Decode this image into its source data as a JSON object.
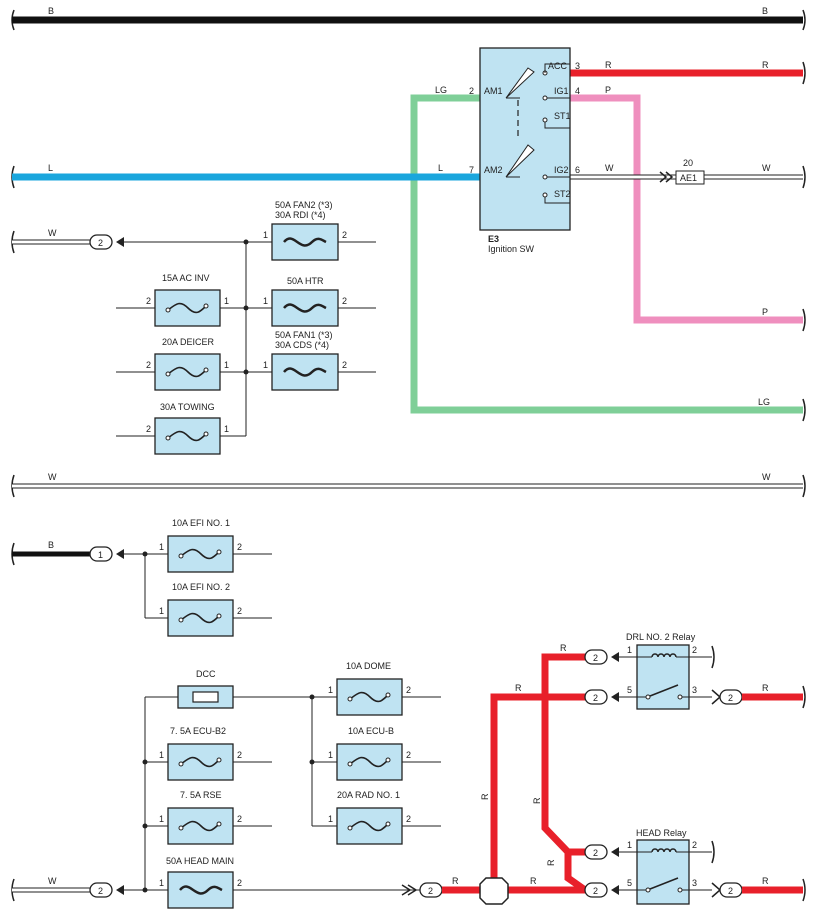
{
  "colors": {
    "B": "#111111",
    "L": "#1aa6dd",
    "LG": "#7fcf98",
    "R": "#e8202a",
    "P": "#ef8fbe",
    "W": "#ffffff",
    "component_fill": "#bfe3f2"
  },
  "wire_labels": {
    "B": "B",
    "L": "L",
    "LG": "LG",
    "R": "R",
    "P": "P",
    "W": "W"
  },
  "ignition_switch": {
    "code": "E3",
    "name": "Ignition SW",
    "terminals": [
      {
        "num": "2",
        "name": "AM1"
      },
      {
        "num": "7",
        "name": "AM2"
      },
      {
        "num": "3",
        "name": "ACC"
      },
      {
        "num": "4",
        "name": "IG1"
      },
      {
        "name": "ST1"
      },
      {
        "num": "6",
        "name": "IG2"
      },
      {
        "name": "ST2"
      }
    ]
  },
  "connector_ae1": {
    "pin": "20",
    "name": "AE1"
  },
  "fuses": [
    {
      "id": "fan2",
      "label1": "50A FAN2 (*3)",
      "label2": "30A RDI (*4)",
      "pin_left": "1",
      "pin_right": "2"
    },
    {
      "id": "htr",
      "label1": "50A HTR",
      "pin_left": "1",
      "pin_right": "2"
    },
    {
      "id": "fan1",
      "label1": "50A FAN1 (*3)",
      "label2": "30A CDS (*4)",
      "pin_left": "1",
      "pin_right": "2"
    },
    {
      "id": "acinv",
      "label1": "15A AC INV",
      "pin_left": "2",
      "pin_right": "1"
    },
    {
      "id": "deicer",
      "label1": "20A DEICER",
      "pin_left": "2",
      "pin_right": "1"
    },
    {
      "id": "towing",
      "label1": "30A TOWING",
      "pin_left": "2",
      "pin_right": "1"
    },
    {
      "id": "efi1",
      "label1": "10A EFI NO. 1",
      "pin_left": "1",
      "pin_right": "2"
    },
    {
      "id": "efi2",
      "label1": "10A EFI NO. 2",
      "pin_left": "1",
      "pin_right": "2"
    },
    {
      "id": "dcc",
      "label1": "DCC"
    },
    {
      "id": "ecub2",
      "label1": "7. 5A ECU-B2",
      "pin_left": "1",
      "pin_right": "2"
    },
    {
      "id": "rse",
      "label1": "7. 5A RSE",
      "pin_left": "1",
      "pin_right": "2"
    },
    {
      "id": "headmain",
      "label1": "50A HEAD MAIN",
      "pin_left": "1",
      "pin_right": "2"
    },
    {
      "id": "dome",
      "label1": "10A DOME",
      "pin_left": "1",
      "pin_right": "2"
    },
    {
      "id": "ecub",
      "label1": "10A ECU-B",
      "pin_left": "1",
      "pin_right": "2"
    },
    {
      "id": "rad1",
      "label1": "20A RAD NO. 1",
      "pin_left": "1",
      "pin_right": "2"
    }
  ],
  "relays": [
    {
      "id": "drl2",
      "label": "DRL NO. 2 Relay",
      "pins": [
        "1",
        "2",
        "5",
        "3"
      ]
    },
    {
      "id": "head",
      "label": "HEAD Relay",
      "pins": [
        "1",
        "2",
        "5",
        "3"
      ]
    }
  ],
  "connector_pins": {
    "w_fan_in": "2",
    "b_efi_in": "1",
    "w_head_in": "2",
    "head_out": "2",
    "drl_in1": "2",
    "drl_in5": "2",
    "drl_out": "2",
    "head_in1": "2",
    "head_in5": "2",
    "head_relay_out": "2"
  }
}
